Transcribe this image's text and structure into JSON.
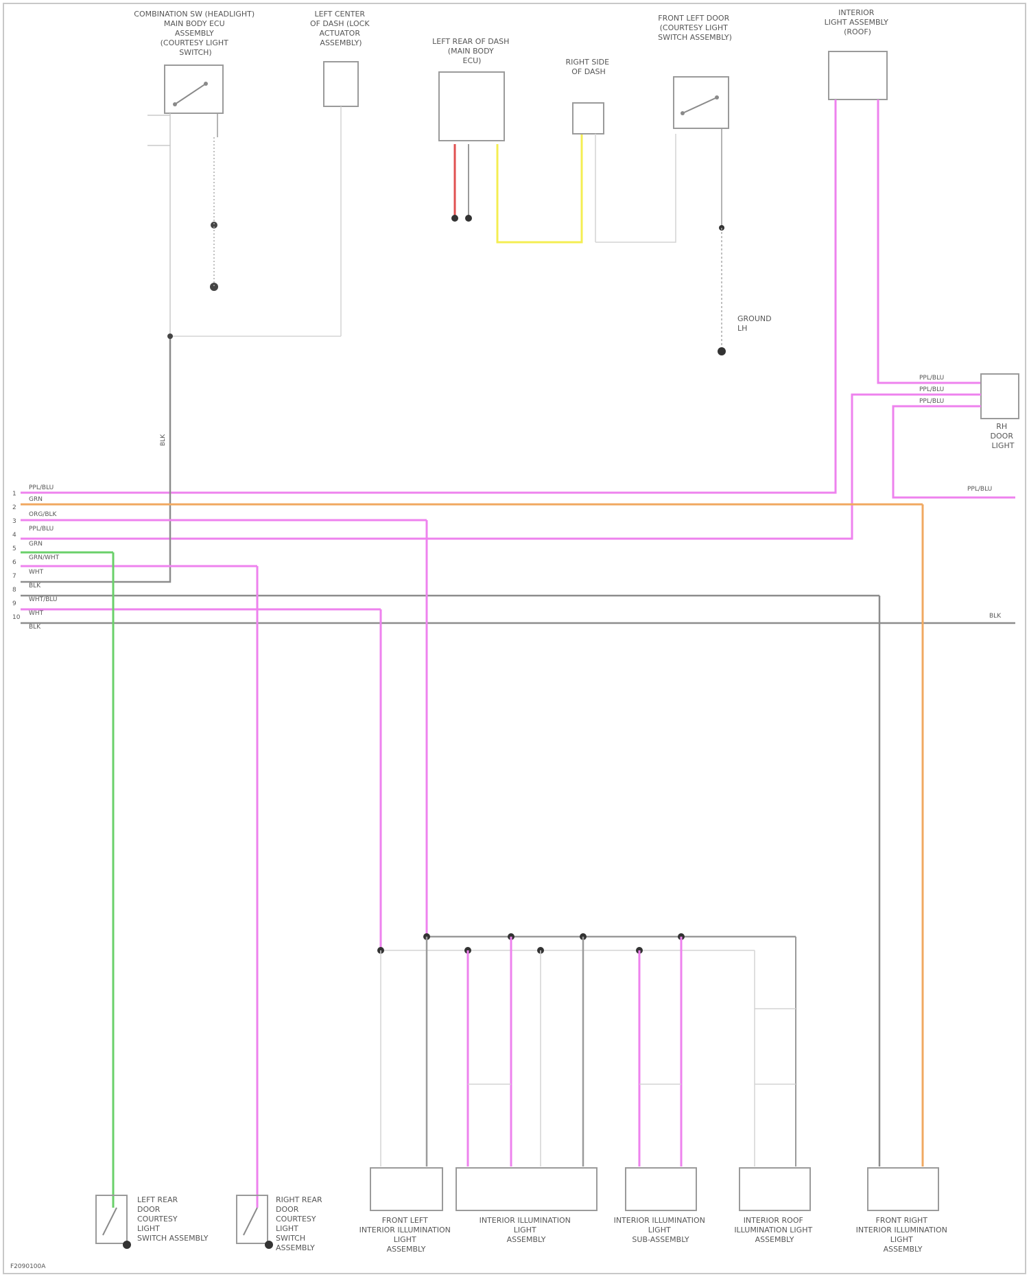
{
  "diagram": {
    "components": [
      {
        "id": "comp-top-left-switch",
        "label": [
          "COMBINATION SW (HEADLIGHT)",
          "MAIN BODY ECU",
          "ASSEMBLY",
          "(COURTESY LIGHT",
          "SWITCH)"
        ]
      },
      {
        "id": "comp-door-actuator",
        "label": [
          "LEFT CENTER",
          "OF DASH (LOCK",
          "ACTUATOR",
          "ASSEMBLY)"
        ]
      },
      {
        "id": "comp-junction-block",
        "label": [
          "LEFT REAR OF DASH",
          "(MAIN BODY",
          "ECU)"
        ]
      },
      {
        "id": "comp-small-connector",
        "label": [
          "RIGHT SIDE",
          "OF DASH"
        ]
      },
      {
        "id": "comp-right-switch",
        "label": [
          "FRONT LEFT DOOR",
          "(COURTESY LIGHT",
          "SWITCH ASSEMBLY)"
        ]
      },
      {
        "id": "comp-top-right-block",
        "label": [
          "INTERIOR",
          "LIGHT ASSEMBLY",
          "(ROOF)"
        ]
      },
      {
        "id": "comp-right-connector",
        "label": [
          "RH",
          "DOOR",
          "LIGHT"
        ]
      },
      {
        "id": "comp-ground-right",
        "label": [
          "GROUND",
          "LH"
        ]
      },
      {
        "id": "comp-bottom-left-switch-1",
        "label": [
          "LEFT REAR",
          "DOOR",
          "COURTESY",
          "LIGHT",
          "SWITCH ASSEMBLY"
        ]
      },
      {
        "id": "comp-bottom-left-switch-2",
        "label": [
          "RIGHT REAR",
          "DOOR",
          "COURTESY",
          "LIGHT",
          "SWITCH",
          "ASSEMBLY"
        ]
      },
      {
        "id": "comp-lamp-1",
        "label": [
          "FRONT LEFT",
          "INTERIOR ILLUMINATION",
          "LIGHT",
          "ASSEMBLY"
        ]
      },
      {
        "id": "comp-lamp-2",
        "label": [
          "INTERIOR ILLUMINATION",
          "LIGHT",
          "ASSEMBLY"
        ]
      },
      {
        "id": "comp-lamp-3",
        "label": [
          "INTERIOR ILLUMINATION",
          "LIGHT",
          "SUB-ASSEMBLY"
        ]
      },
      {
        "id": "comp-lamp-4",
        "label": [
          "INTERIOR ROOF",
          "ILLUMINATION LIGHT",
          "ASSEMBLY"
        ]
      },
      {
        "id": "comp-lamp-5",
        "label": [
          "FRONT RIGHT",
          "INTERIOR ILLUMINATION",
          "LIGHT",
          "ASSEMBLY"
        ]
      }
    ],
    "bus_labels": [
      "PPL/BLU",
      "GRN",
      "ORG/BLK",
      "PPL/BLU",
      "GRN",
      "GRN/WHT",
      "WHT",
      "BLK",
      "WHT/BLU",
      "WHT",
      "BLK"
    ],
    "bus_numbers": [
      "1",
      "2",
      "3",
      "4",
      "5",
      "6",
      "7",
      "8",
      "9",
      "10"
    ],
    "wire_labels": {
      "left_blk": "BLK",
      "right_connector_1": "PPL/BLU",
      "right_connector_2": "PPL/BLU",
      "right_connector_3": "PPL/BLU",
      "right_tail": "PPL/BLU",
      "bus_end": "BLK"
    },
    "footer_code": "F2090100A"
  }
}
